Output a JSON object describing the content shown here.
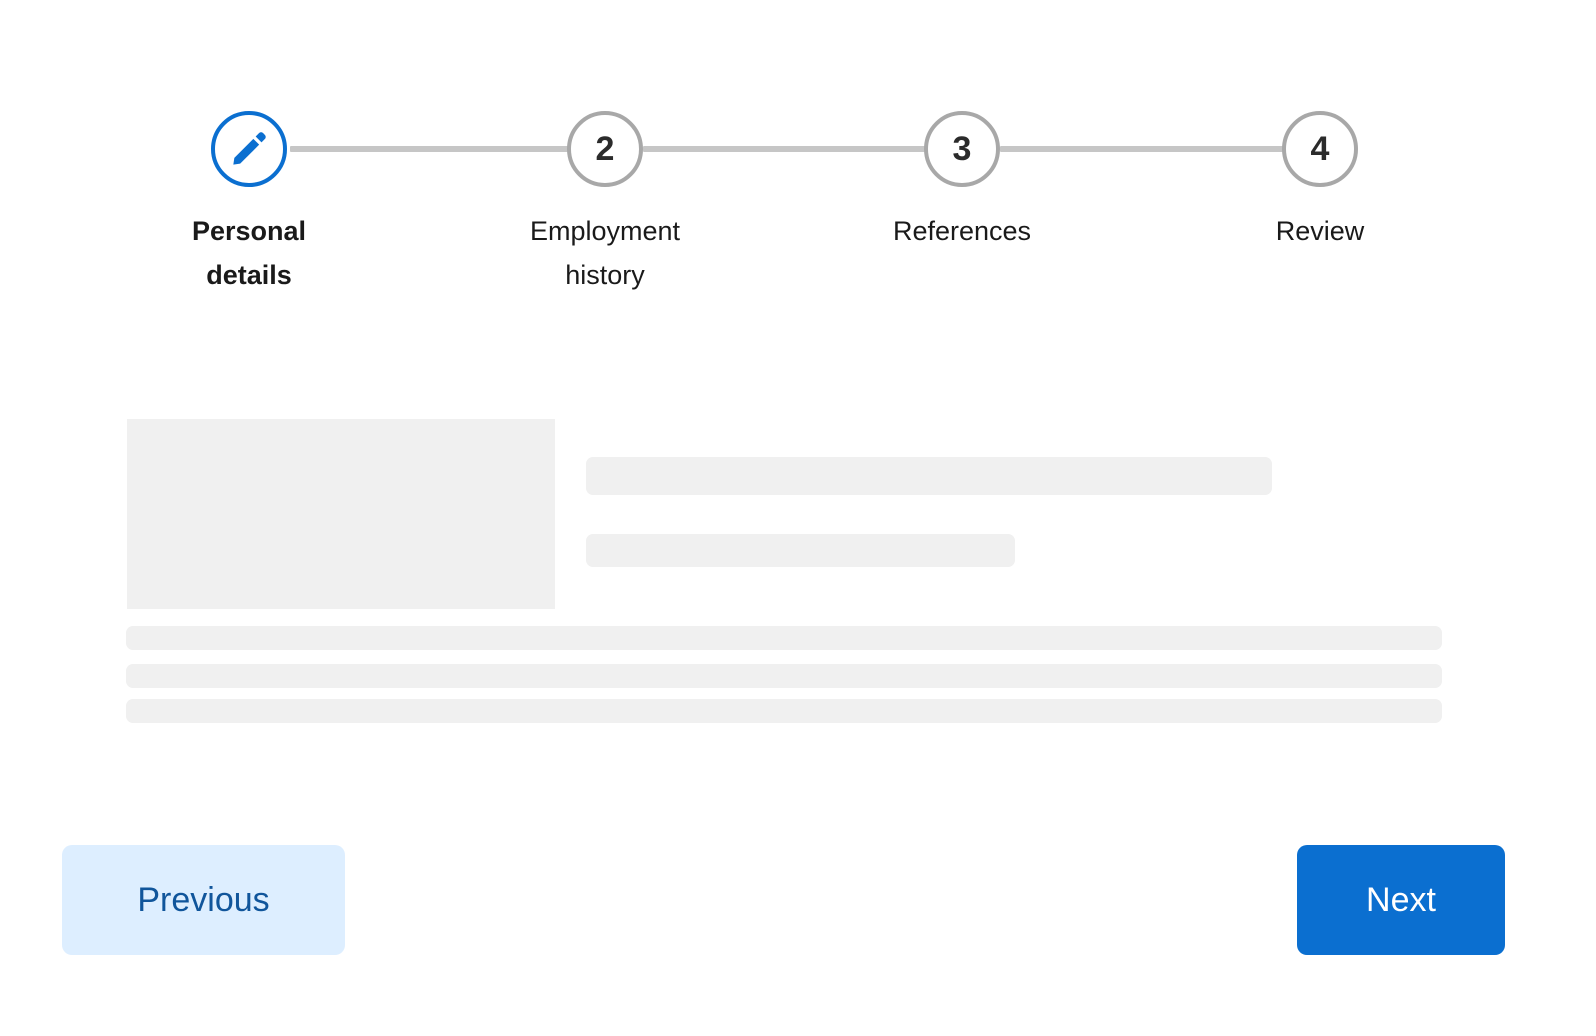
{
  "stepper": {
    "current_step": 1,
    "active_color": "#0b6fd0",
    "inactive_color": "#a8a8a8",
    "connector_color": "#c6c6c6",
    "steps": [
      {
        "indicator": "pencil-icon",
        "number": "",
        "label": "Personal\ndetails",
        "state": "current"
      },
      {
        "indicator": "number",
        "number": "2",
        "label": "Employment\nhistory",
        "state": "upcoming"
      },
      {
        "indicator": "number",
        "number": "3",
        "label": "References",
        "state": "upcoming"
      },
      {
        "indicator": "number",
        "number": "4",
        "label": "Review",
        "state": "upcoming"
      }
    ]
  },
  "content": {
    "placeholder_color": "#f0f0f0",
    "blocks": [
      {
        "name": "image-placeholder",
        "shape": "rectangle"
      },
      {
        "name": "field-placeholder-large",
        "shape": "bar"
      },
      {
        "name": "field-placeholder-small",
        "shape": "bar"
      },
      {
        "name": "text-line-placeholder-1",
        "shape": "line"
      },
      {
        "name": "text-line-placeholder-2",
        "shape": "line"
      },
      {
        "name": "text-line-placeholder-3",
        "shape": "line"
      }
    ]
  },
  "footer": {
    "previous_label": "Previous",
    "next_label": "Next",
    "previous_bg": "#ddeeff",
    "previous_text_color": "#10559b",
    "next_bg": "#0b6fd0",
    "next_text_color": "#ffffff"
  }
}
